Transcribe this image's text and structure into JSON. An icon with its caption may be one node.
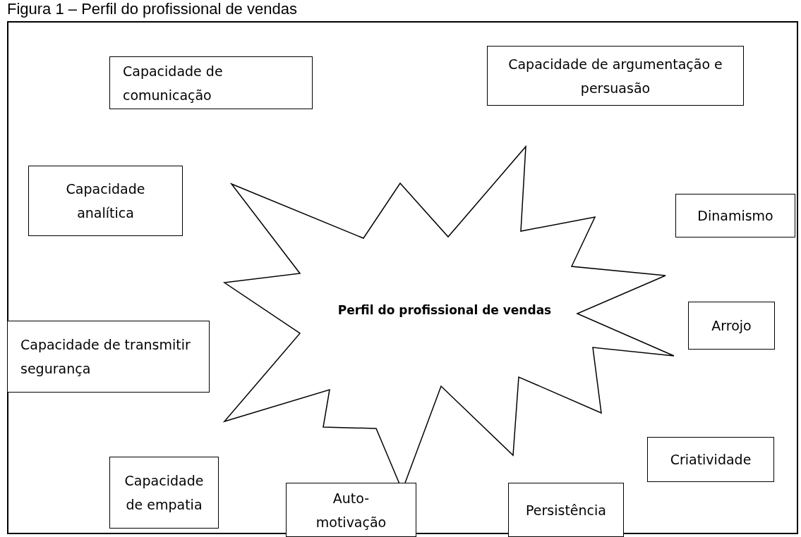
{
  "diagram": {
    "title": "Figura 1 – Perfil do profissional de vendas",
    "nodes": [
      {
        "text": [
          "Capacidade de comunicação"
        ]
      },
      {
        "text": [
          "Capacidade de argumentação e persuasão"
        ]
      },
      {
        "text": [
          "Capacidade analítica"
        ]
      },
      {
        "text": [
          "Dinamismo"
        ]
      },
      {
        "text": [
          "Perfil do profissional de vendas"
        ]
      },
      {
        "text": [
          "Arrojo"
        ]
      },
      {
        "text": [
          "Capacidade de transmitir segurança"
        ]
      },
      {
        "text": [
          "Criatividade"
        ]
      },
      {
        "text": [
          "Capacidade de empatia"
        ]
      },
      {
        "text": [
          "Auto-motivação"
        ]
      },
      {
        "text": [
          "Persistência"
        ]
      }
    ],
    "edges": []
  }
}
